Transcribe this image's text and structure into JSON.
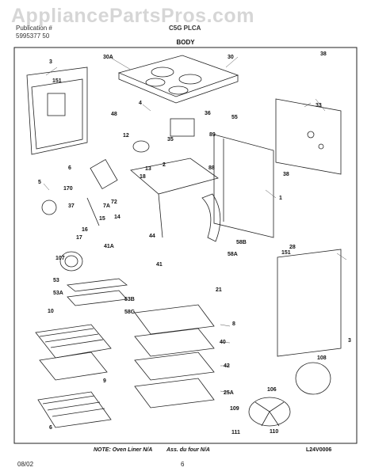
{
  "watermark": "AppliancePartsPros.com",
  "header": {
    "left_line1": "Publication #",
    "left_line2": "5995377 50",
    "model": "C5G  PLCA",
    "title": "BODY"
  },
  "callouts": [
    "3",
    "151",
    "4",
    "30A",
    "30",
    "38",
    "48",
    "36",
    "33",
    "55",
    "35",
    "89",
    "12",
    "13",
    "2",
    "88",
    "6",
    "72",
    "18",
    "38",
    "1",
    "170",
    "5",
    "37",
    "7A",
    "15",
    "14",
    "16",
    "17",
    "44",
    "58B",
    "58A",
    "151",
    "28",
    "41A",
    "107",
    "41",
    "21",
    "53",
    "53A",
    "53B",
    "58G",
    "10",
    "8",
    "40",
    "9",
    "3",
    "42",
    "25A",
    "108",
    "106",
    "109",
    "110",
    "6",
    "111"
  ],
  "notes": {
    "oven_liner": "NOTE: Oven Liner N/A",
    "ass_four": "Ass. du four N/A",
    "code": "L24V0006"
  },
  "footer": {
    "date": "08/02",
    "page": "6"
  }
}
